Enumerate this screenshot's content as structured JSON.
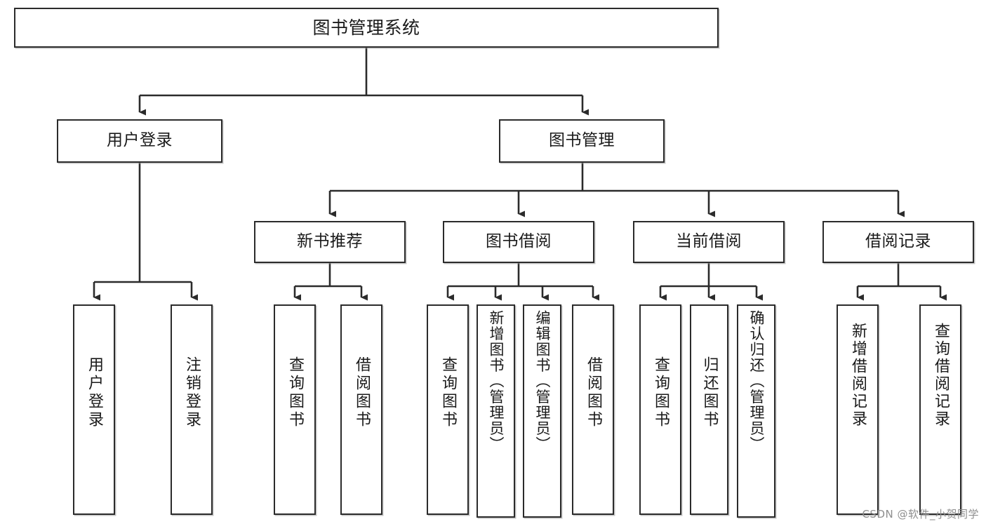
{
  "diagram": {
    "type": "tree",
    "title": "图书管理系统",
    "watermark": "CSDN @软件_小贺同学",
    "colors": {
      "box_border": "#2b2b2b",
      "box_fill": "#ffffff",
      "line": "#2b2b2b",
      "text": "#1a1a1a",
      "watermark": "#8e8e8e"
    },
    "nodes": {
      "root": {
        "label": "图书管理系统"
      },
      "level2": [
        {
          "id": "user-login",
          "label": "用户登录"
        },
        {
          "id": "book-manage",
          "label": "图书管理"
        }
      ],
      "level3": [
        {
          "id": "new-book-rec",
          "label": "新书推荐"
        },
        {
          "id": "book-borrow",
          "label": "图书借阅"
        },
        {
          "id": "current-borrow",
          "label": "当前借阅"
        },
        {
          "id": "borrow-record",
          "label": "借阅记录"
        }
      ],
      "leaves": [
        {
          "id": "leaf-user-login",
          "parent": "user-login",
          "label": "用户登录"
        },
        {
          "id": "leaf-user-logout",
          "parent": "user-login",
          "label": "注销登录"
        },
        {
          "id": "leaf-query-book-1",
          "parent": "new-book-rec",
          "label": "查询图书"
        },
        {
          "id": "leaf-borrow-book-1",
          "parent": "new-book-rec",
          "label": "借阅图书"
        },
        {
          "id": "leaf-query-book-2",
          "parent": "book-borrow",
          "label": "查询图书"
        },
        {
          "id": "leaf-add-book",
          "parent": "book-borrow",
          "label": "新增图书（管理员）"
        },
        {
          "id": "leaf-edit-book",
          "parent": "book-borrow",
          "label": "编辑图书（管理员）"
        },
        {
          "id": "leaf-borrow-book-2",
          "parent": "book-borrow",
          "label": "借阅图书"
        },
        {
          "id": "leaf-query-book-3",
          "parent": "current-borrow",
          "label": "查询图书"
        },
        {
          "id": "leaf-return-book",
          "parent": "current-borrow",
          "label": "归还图书"
        },
        {
          "id": "leaf-confirm-return",
          "parent": "current-borrow",
          "label": "确认归还（管理员）"
        },
        {
          "id": "leaf-add-record",
          "parent": "borrow-record",
          "label": "新增借阅记录"
        },
        {
          "id": "leaf-query-record",
          "parent": "borrow-record",
          "label": "查询借阅记录"
        }
      ]
    }
  }
}
